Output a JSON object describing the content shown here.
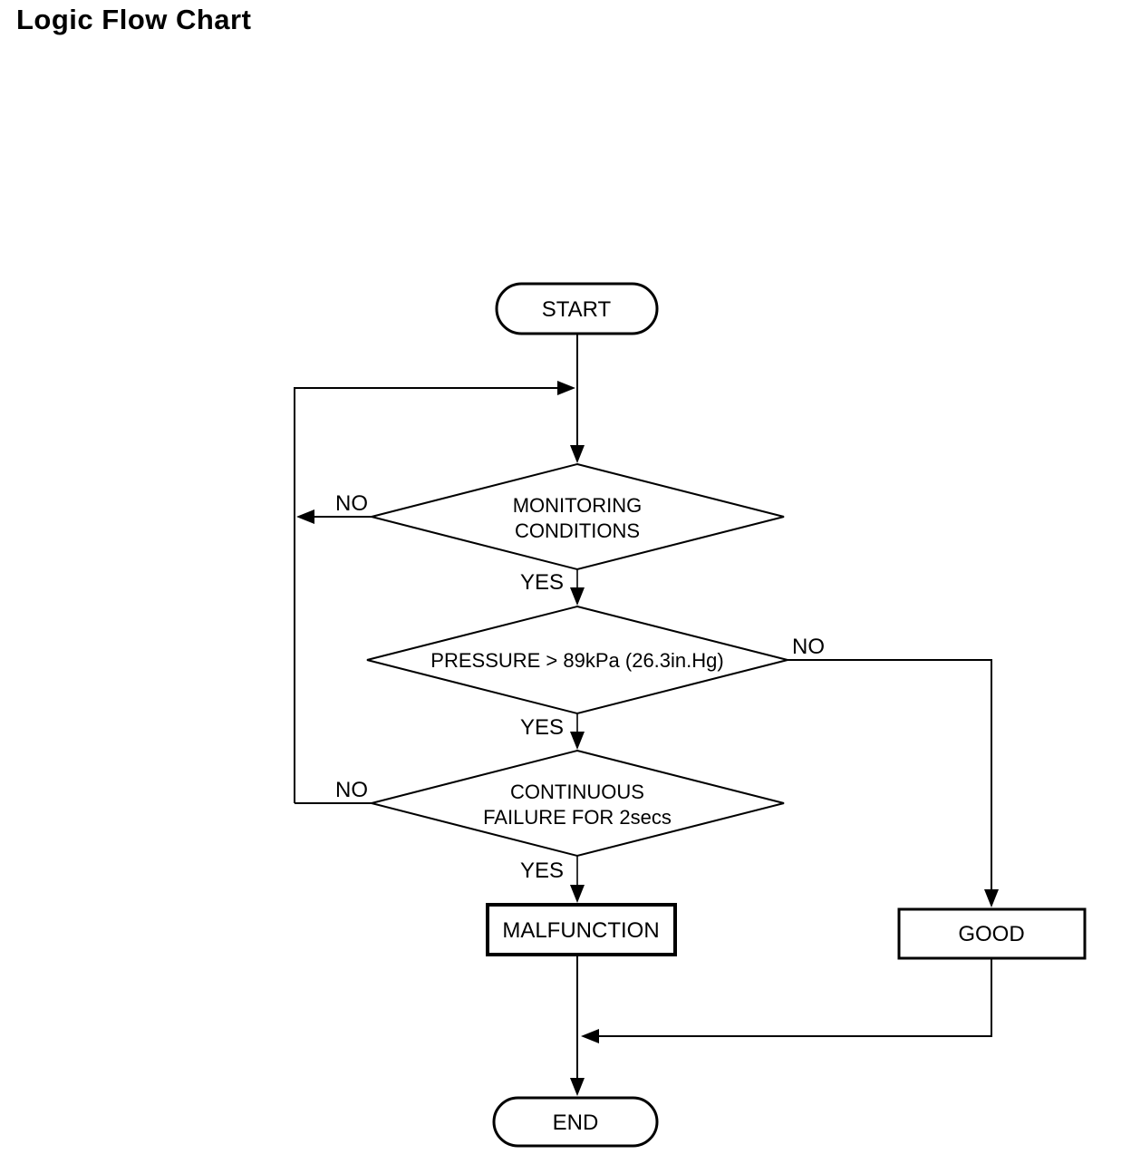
{
  "title": "Logic Flow Chart",
  "colors": {
    "ink": "#000000",
    "background": "#ffffff"
  },
  "flowchart": {
    "start": {
      "label": "START"
    },
    "decision_monitoring": {
      "line1": "MONITORING",
      "line2": "CONDITIONS",
      "no_label": "NO",
      "yes_label": "YES"
    },
    "decision_pressure": {
      "label": "PRESSURE > 89kPa (26.3in.Hg)",
      "no_label": "NO",
      "yes_label": "YES"
    },
    "decision_continuous": {
      "line1": "CONTINUOUS",
      "line2": "FAILURE FOR 2secs",
      "no_label": "NO",
      "yes_label": "YES"
    },
    "malfunction": {
      "label": "MALFUNCTION"
    },
    "good": {
      "label": "GOOD"
    },
    "end": {
      "label": "END"
    }
  }
}
